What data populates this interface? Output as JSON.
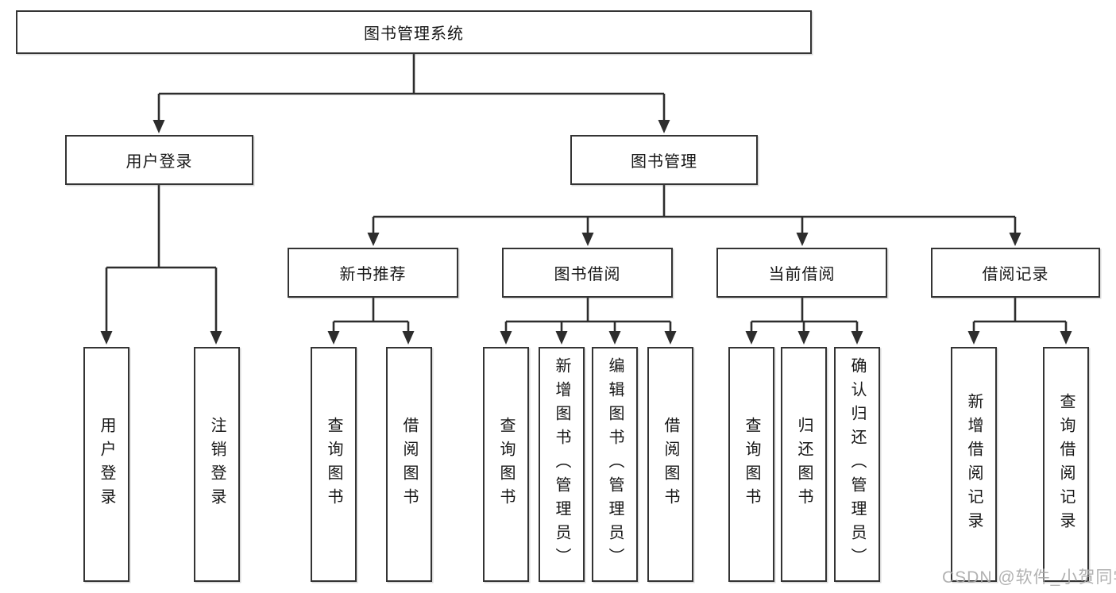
{
  "page": {
    "watermark": "CSDN @软件_小贺同学"
  },
  "colors": {
    "line": "#2d2d2d",
    "box_border": "#343434",
    "text": "#161616",
    "watermark": "#a8a8a8",
    "background": "#ffffff"
  },
  "nodes": {
    "root": "图书管理系统",
    "level1": {
      "user_login": "用户登录",
      "book_management": "图书管理"
    },
    "level2": {
      "new_book_recommend": "新书推荐",
      "book_borrow": "图书借阅",
      "current_borrow": "当前借阅",
      "borrow_records": "借阅记录"
    },
    "leaves": {
      "login_user_login": "用户登录",
      "login_logout": "注销登录",
      "newbooks_query": "查询图书",
      "newbooks_borrow": "借阅图书",
      "borrow_query": "查询图书",
      "borrow_add_admin": "新增图书（管理员）",
      "borrow_edit_admin": "编辑图书（管理员）",
      "borrow_borrow": "借阅图书",
      "current_query": "查询图书",
      "current_return": "归还图书",
      "current_confirm_admin": "确认归还（管理员）",
      "records_add": "新增借阅记录",
      "records_query": "查询借阅记录"
    }
  }
}
